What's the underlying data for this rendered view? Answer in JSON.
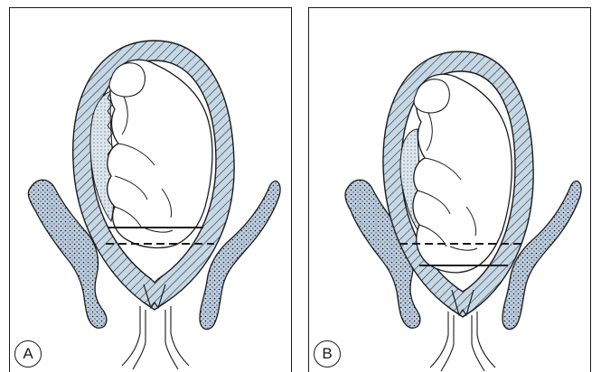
{
  "panels": [
    {
      "label": "A",
      "line_order": "solid-above-dashed"
    },
    {
      "label": "B",
      "line_order": "dashed-above-solid"
    }
  ],
  "colors": {
    "uterus_fill": "#c6d8e6",
    "pelvis_fill": "#bccde0",
    "placenta_fill": "#dce6ee",
    "outline": "#1a1a1a",
    "background": "#ffffff"
  }
}
